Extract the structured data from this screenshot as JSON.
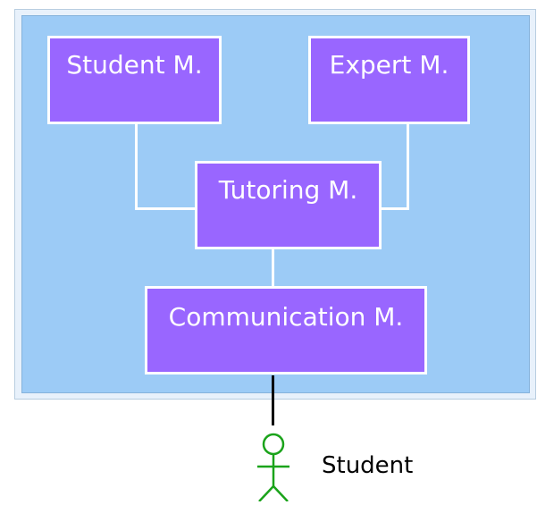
{
  "diagram": {
    "modules": {
      "student": {
        "label": "Student M."
      },
      "expert": {
        "label": "Expert M."
      },
      "tutoring": {
        "label": "Tutoring M."
      },
      "communication": {
        "label": "Communication M."
      }
    },
    "actor": {
      "label": "Student",
      "icon": "stick-figure-icon"
    },
    "colors": {
      "panel": "#9ccbf6",
      "module_fill": "#9966ff",
      "module_text": "#ffffff",
      "connector": "#ffffff",
      "actor_line": "#000000",
      "actor_icon": "#1aa31a"
    }
  }
}
